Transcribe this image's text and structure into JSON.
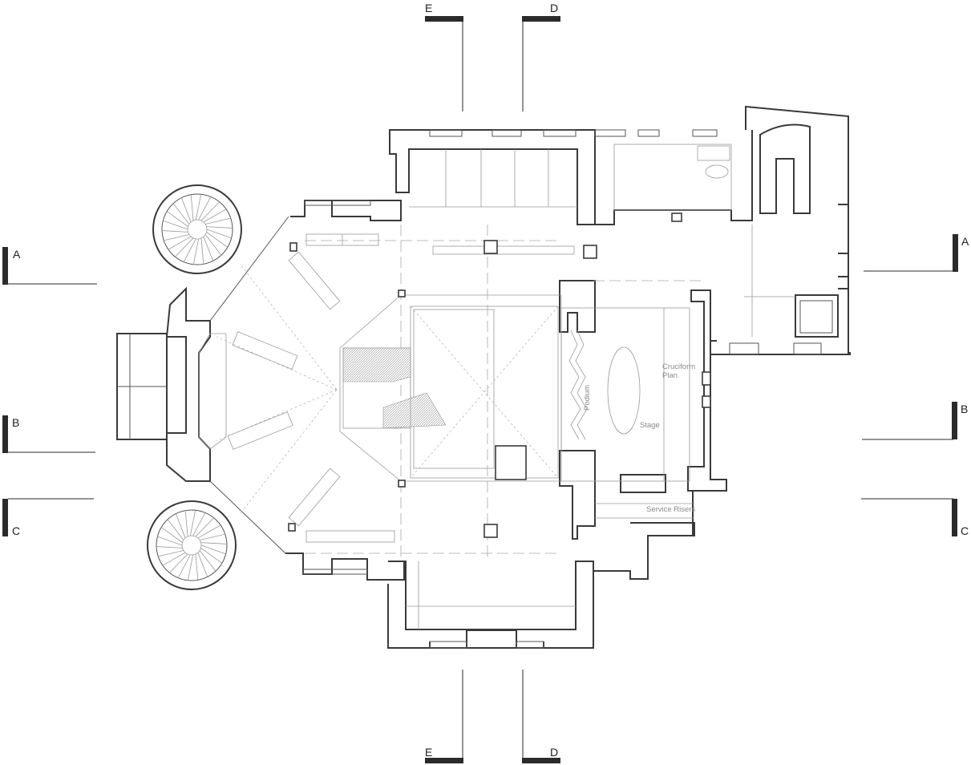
{
  "section_markers": [
    {
      "id": "A-left",
      "letter": "A"
    },
    {
      "id": "A-right",
      "letter": "A"
    },
    {
      "id": "B-left",
      "letter": "B"
    },
    {
      "id": "B-right",
      "letter": "B"
    },
    {
      "id": "C-left",
      "letter": "C"
    },
    {
      "id": "C-right",
      "letter": "C"
    },
    {
      "id": "E-top",
      "letter": "E"
    },
    {
      "id": "D-top",
      "letter": "D"
    },
    {
      "id": "E-bottom",
      "letter": "E"
    },
    {
      "id": "D-bottom",
      "letter": "D"
    }
  ],
  "room_labels": {
    "cruciform_line1": "Cruciform",
    "cruciform_line2": "Plan",
    "stage": "Stage",
    "service_risers": "Service Risers",
    "podium": "Podium"
  },
  "colors": {
    "wall": "#3a3a3a",
    "light_line": "#9a9a9a",
    "label": "#8a8a8a",
    "marker": "#2b2b2b"
  }
}
